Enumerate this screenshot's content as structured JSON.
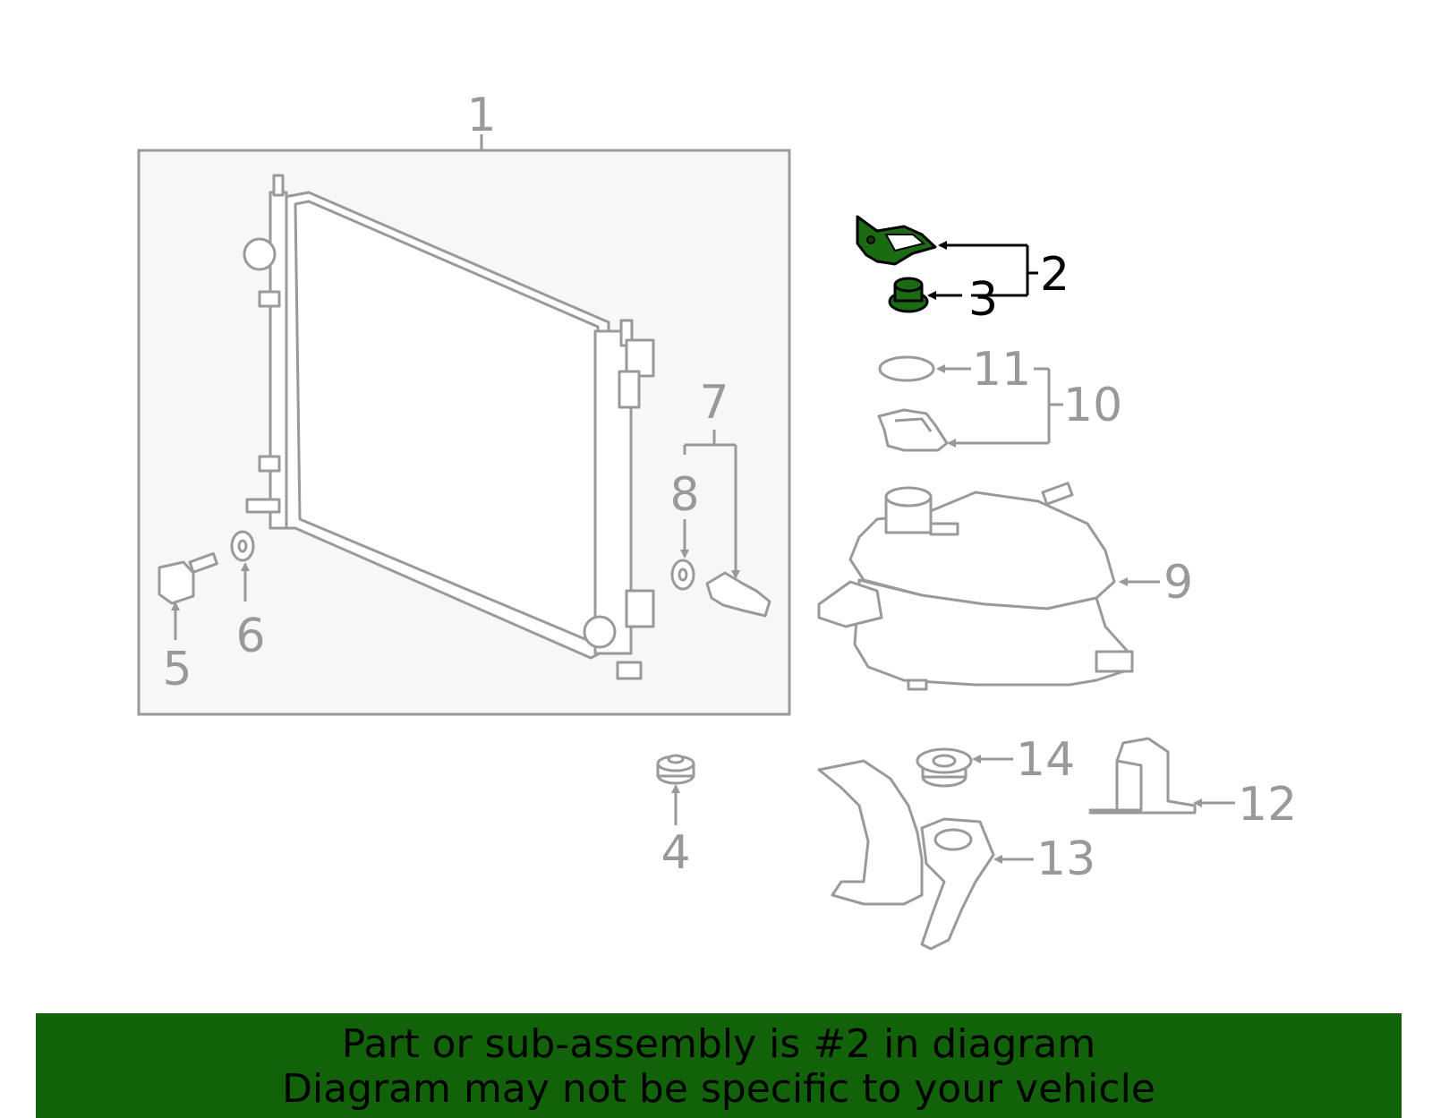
{
  "callouts": {
    "c1": "1",
    "c2": "2",
    "c3": "3",
    "c4": "4",
    "c5": "5",
    "c6": "6",
    "c7": "7",
    "c8": "8",
    "c9": "9",
    "c10": "10",
    "c11": "11",
    "c12": "12",
    "c13": "13",
    "c14": "14"
  },
  "highlighted_parts": [
    "2",
    "3"
  ],
  "colors": {
    "highlight_fill": "#1b6b12",
    "banner_background": "#12620a",
    "inactive_line": "#999999",
    "box_background": "#f7f7f7"
  },
  "banner": {
    "line1": "Part or sub-assembly is #2 in diagram",
    "line2": "Diagram may not be specific to your vehicle"
  }
}
